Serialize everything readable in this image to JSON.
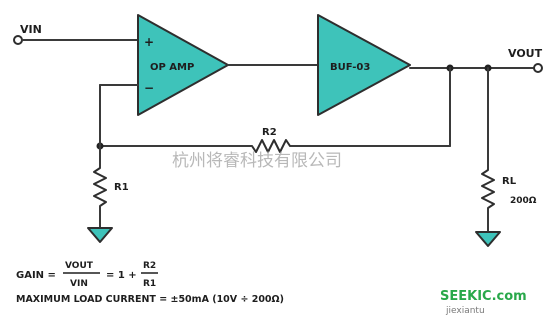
{
  "labels": {
    "vin": "VIN",
    "vout": "VOUT",
    "op_amp": "OP AMP",
    "buffer": "BUF-03",
    "plus": "+",
    "minus": "−",
    "r1": "R1",
    "r2": "R2",
    "rl": "RL",
    "rl_value": "200Ω"
  },
  "equations": {
    "gain_prefix": "GAIN =",
    "gain_num": "VOUT",
    "gain_den": "VIN",
    "gain_mid": "= 1 +",
    "ratio_num": "R2",
    "ratio_den": "R1",
    "max_current": "MAXIMUM LOAD CURRENT = ±50mA (10V ÷ 200Ω)"
  },
  "watermark": {
    "chinese": "杭州将睿科技有限公司",
    "brand": "SEEKIC.com",
    "domain": "jiexiantu"
  },
  "colors": {
    "component_fill": "#3ec3ba",
    "line": "#3a3a3a",
    "watermark_green": "#29a84a"
  }
}
